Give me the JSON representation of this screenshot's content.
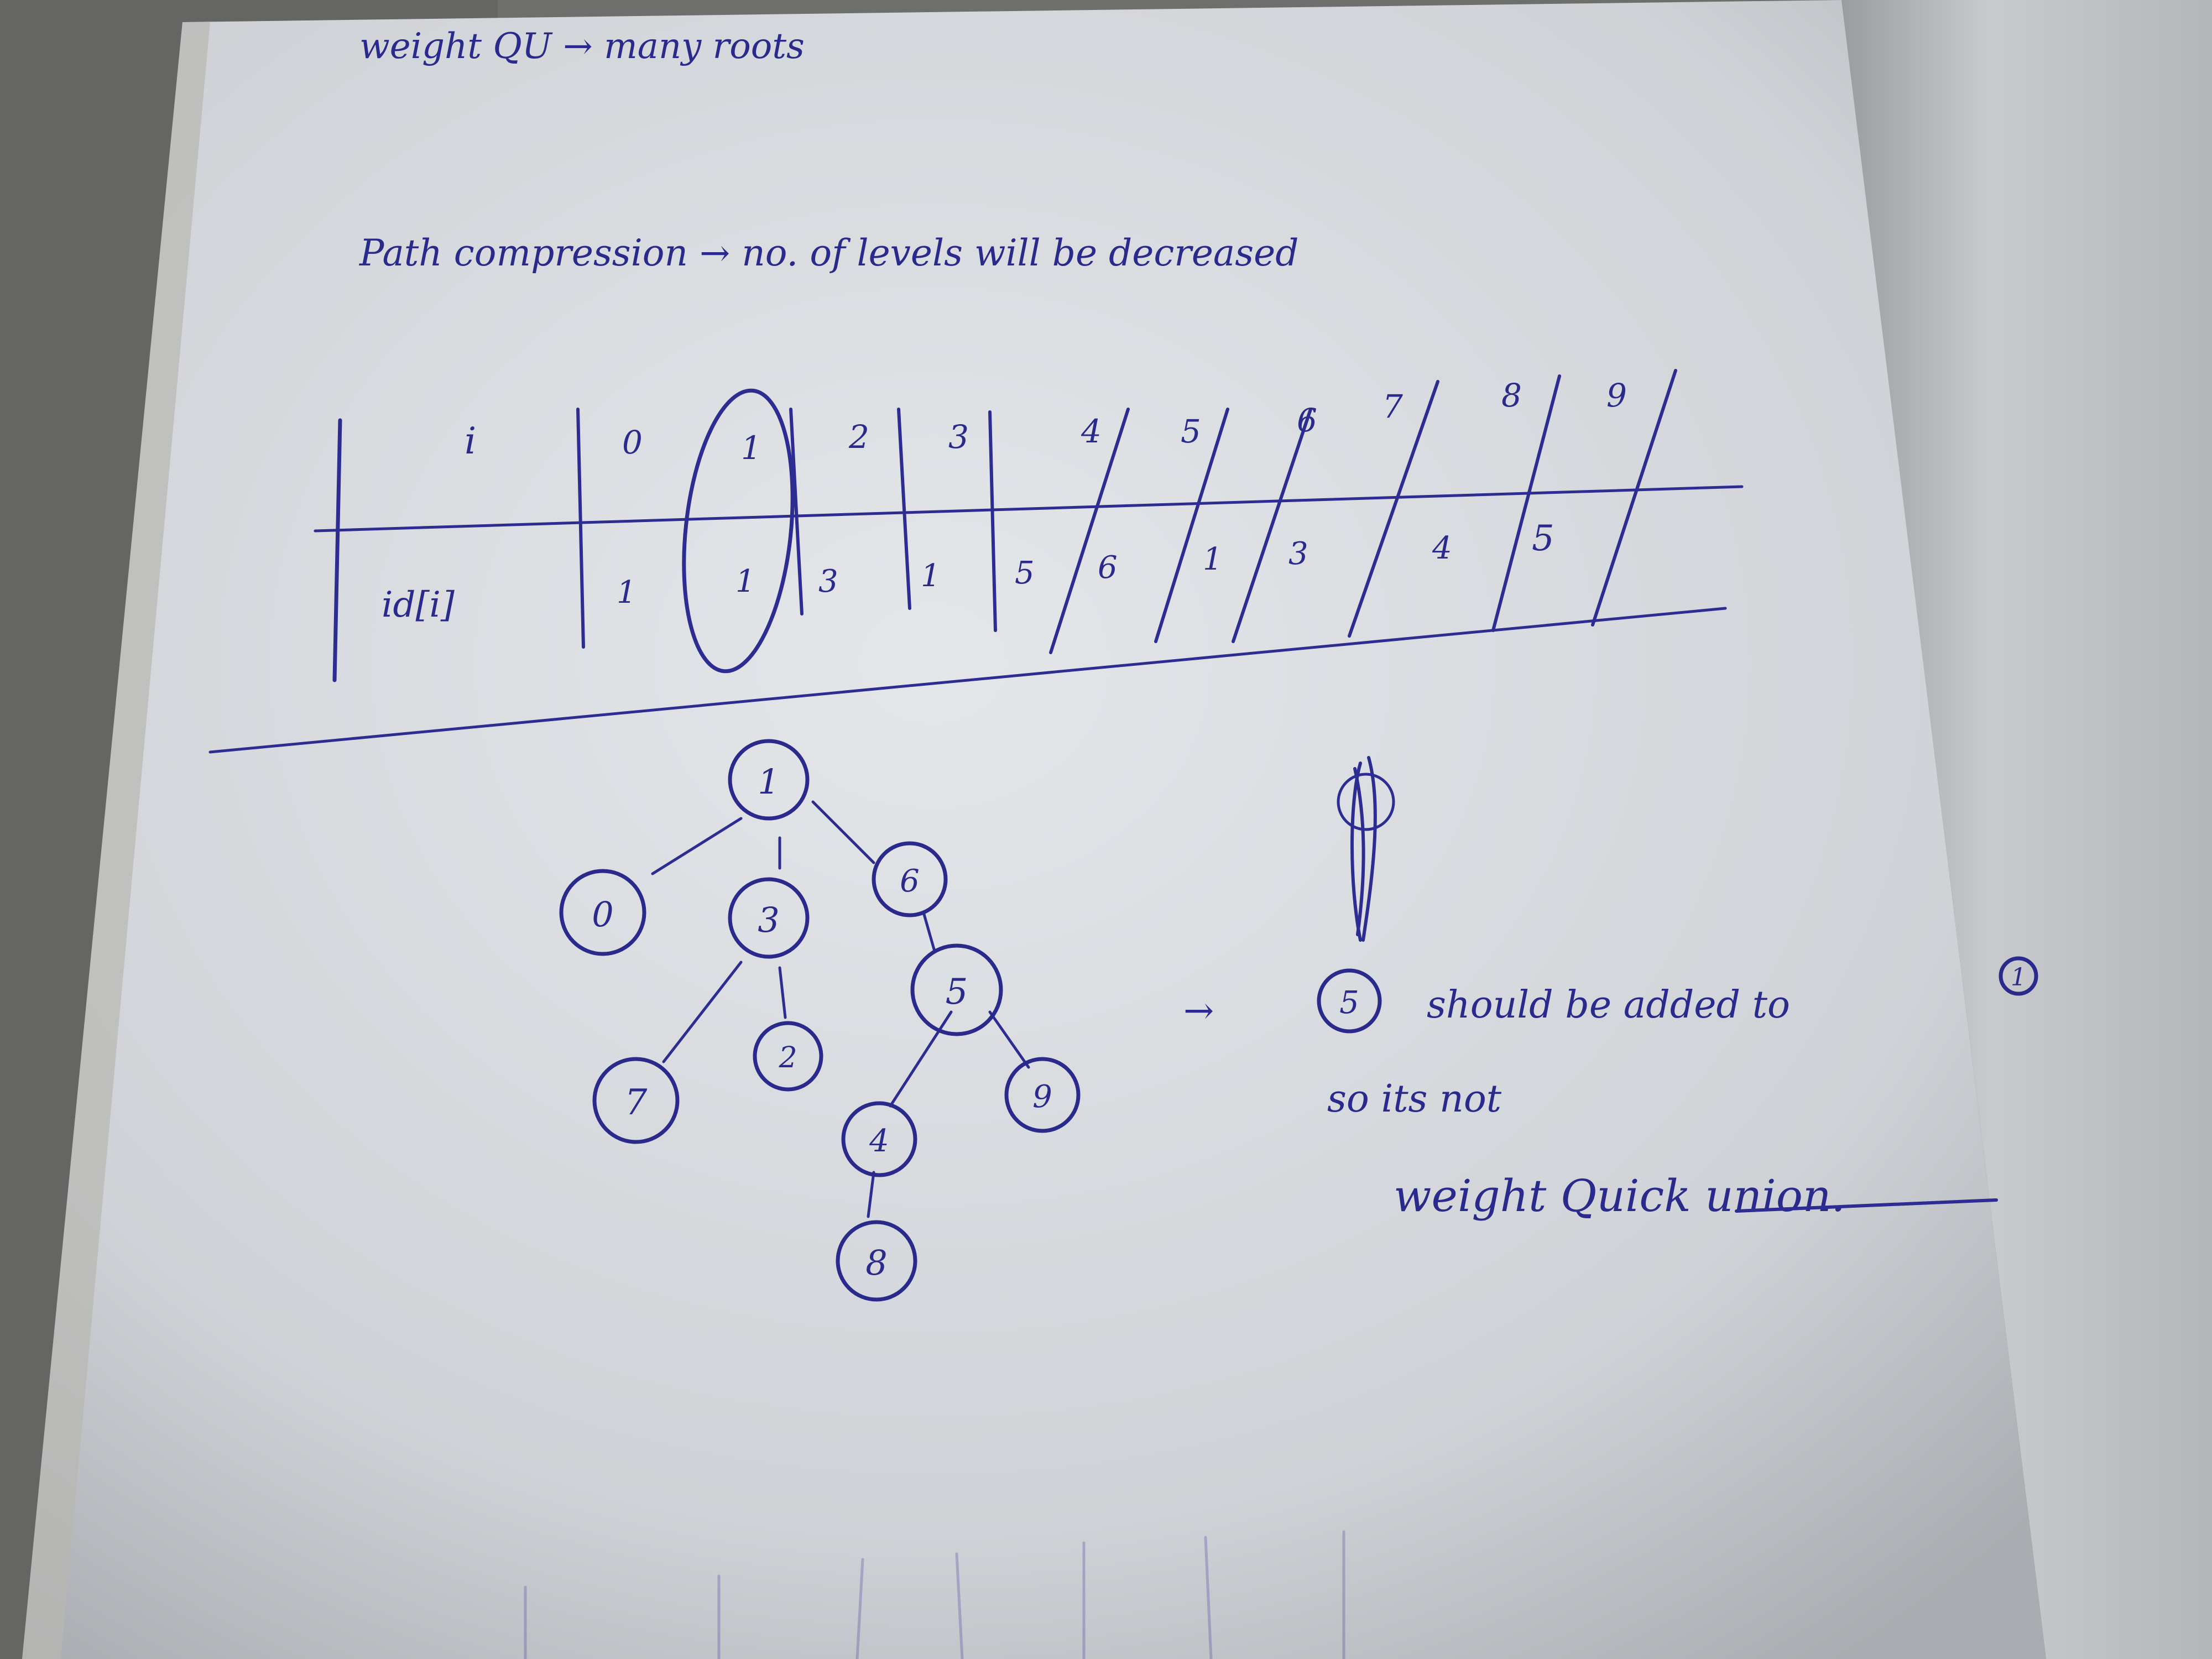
{
  "page": {
    "line1": "weight QU → many roots",
    "line2": "Path compression → no. of levels will be decreased"
  },
  "table": {
    "row_i_label": "i",
    "row_id_label": "id[i]",
    "indices": [
      "0",
      "1",
      "2",
      "3",
      "4",
      "5",
      "6",
      "7",
      "8",
      "9"
    ],
    "values": [
      "1",
      "1",
      "3",
      "1",
      "5",
      "6",
      "1",
      "3",
      "4",
      "5"
    ]
  },
  "tree": {
    "nodes": [
      "1",
      "0",
      "3",
      "6",
      "7",
      "2",
      "5",
      "4",
      "9",
      "8"
    ]
  },
  "note": {
    "marker_node": "5",
    "arrow": "→",
    "line1": "should be added to",
    "target_node": "1",
    "line2": "so its not",
    "line3": "weight Quick union."
  },
  "colors": {
    "ink": "#2a2a8c",
    "paper": "#dfe2e6",
    "background": "#6e6e6c"
  }
}
